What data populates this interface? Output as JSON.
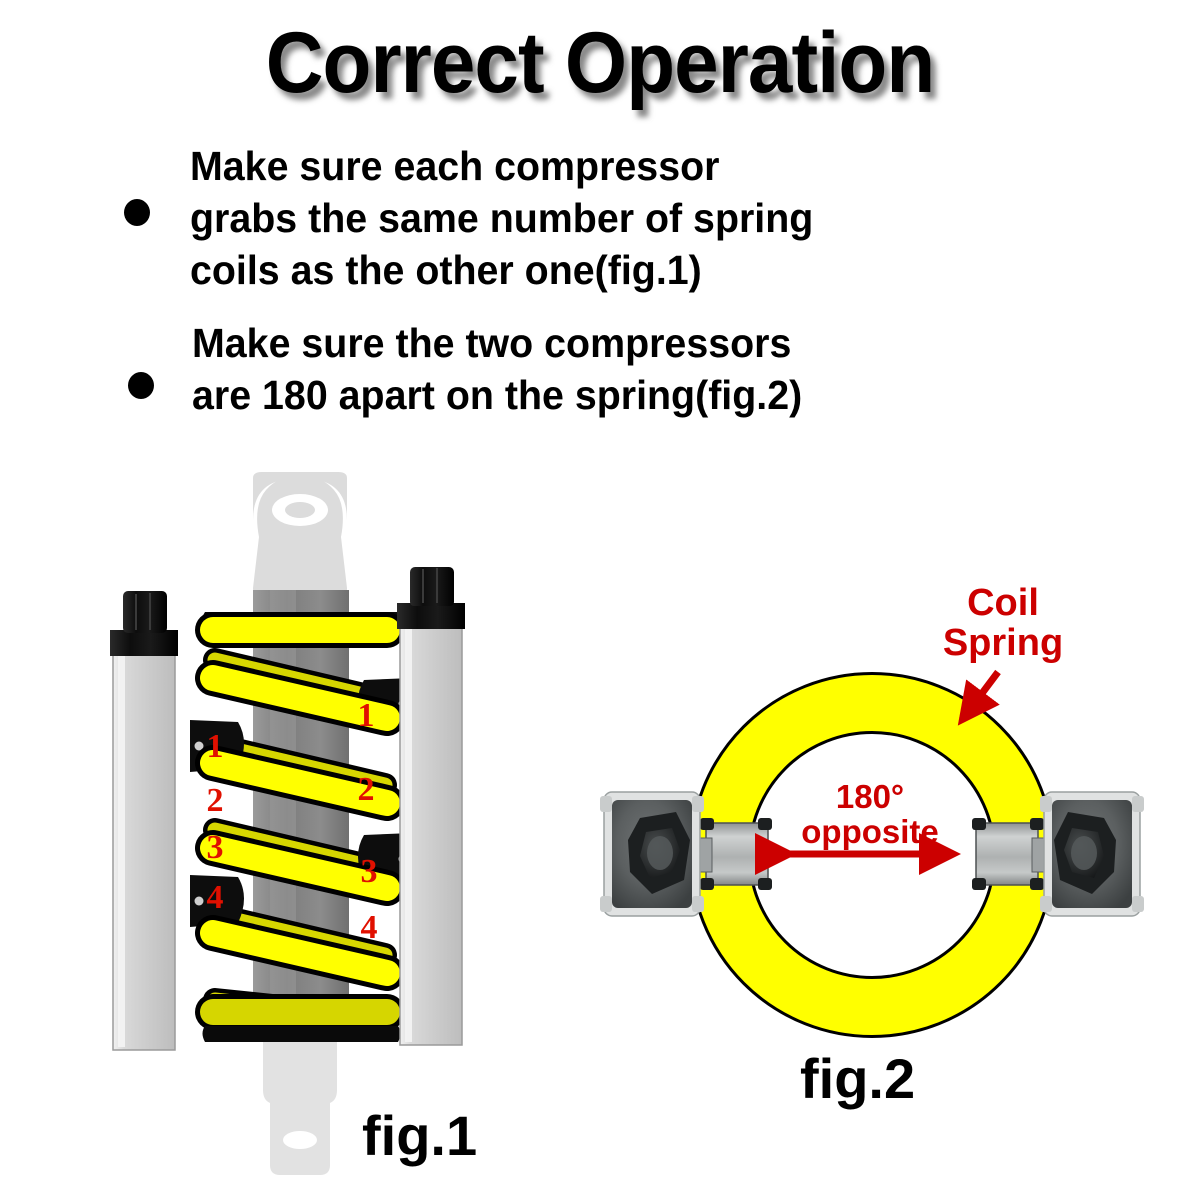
{
  "title": "Correct Operation",
  "bullets": [
    {
      "marker": "bullet-dot",
      "line1": "Make sure each compressor",
      "line2": "grabs the same number of spring",
      "line3": "coils as the other one(fig.1)"
    },
    {
      "marker": "bullet-dot",
      "line1": "Make sure the two compressors",
      "line2": "are 180 apart on the spring(fig.2)"
    }
  ],
  "fig1": {
    "label": "fig.1",
    "caption_colors": {
      "spring": "#FFFF00",
      "spring_shadow": "#D6D600",
      "outline": "#000000",
      "tool_body": "#CCCCCC",
      "tool_cap": "#111111",
      "shock_body": "#808080",
      "mount": "#D8D8D8",
      "number": "#E01000"
    },
    "left_coil_numbers": [
      "1",
      "2",
      "3",
      "4"
    ],
    "right_coil_numbers": [
      "1",
      "2",
      "3",
      "4"
    ]
  },
  "fig2": {
    "label": "fig.2",
    "coil_spring_label_line1": "Coil",
    "coil_spring_label_line2": "Spring",
    "angle_label_line1": "180°",
    "angle_label_line2": "opposite",
    "colors": {
      "ring": "#FFFF00",
      "outline": "#000000",
      "annotation": "#CC0000",
      "clamp_light": "#B9BCBC",
      "clamp_dark": "#4A4E4E",
      "clamp_frame": "#DADCDC"
    }
  }
}
